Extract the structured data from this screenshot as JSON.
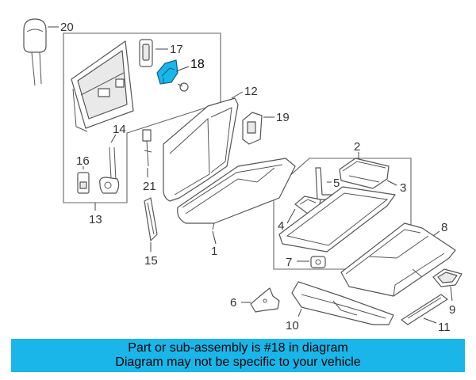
{
  "banner": {
    "line1": "Part or sub-assembly is #18 in diagram",
    "line2": "Diagram may not be specific to your vehicle",
    "background": "#1ab6ea"
  },
  "highlight_color": "#1ab6ea",
  "callouts": {
    "c1": "1",
    "c2": "2",
    "c3": "3",
    "c4": "4",
    "c5": "5",
    "c6": "6",
    "c7": "7",
    "c8": "8",
    "c9": "9",
    "c10": "10",
    "c11": "11",
    "c12": "12",
    "c13": "13",
    "c14": "14",
    "c15": "15",
    "c16": "16",
    "c17": "17",
    "c18": "18",
    "c19": "19",
    "c20": "20",
    "c21": "21"
  }
}
